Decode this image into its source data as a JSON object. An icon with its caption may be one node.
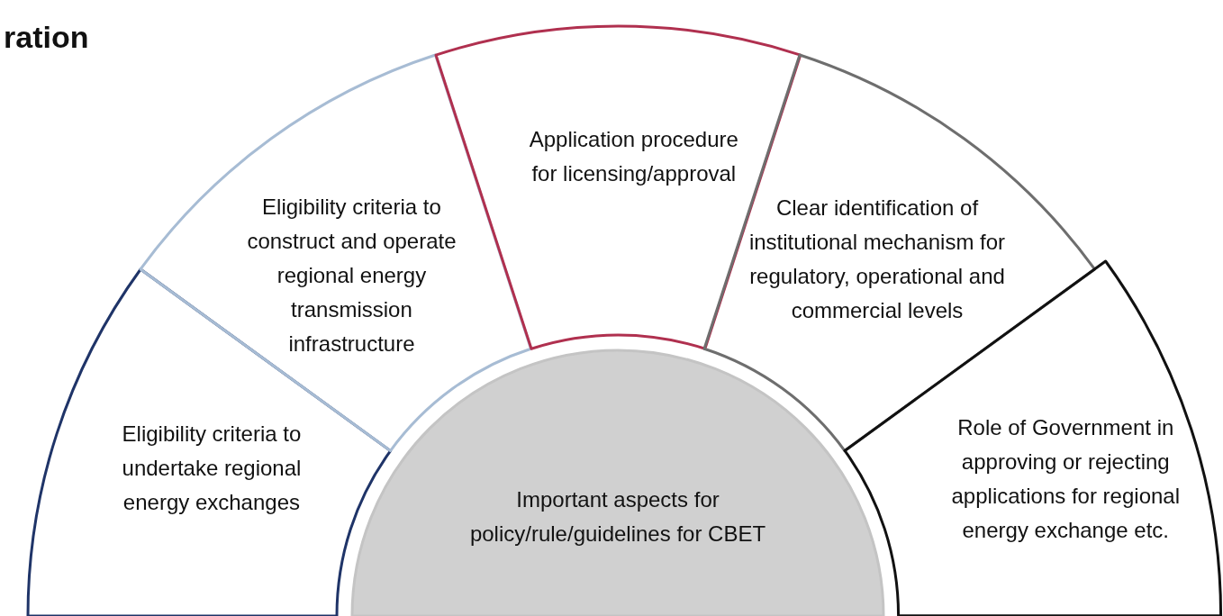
{
  "diagram": {
    "title": "ration",
    "nodes": [
      {
        "text": [
          "Important aspects for policy/rule/guidelines for CBET"
        ]
      },
      {
        "text": [
          "Eligibility criteria to undertake regional energy exchanges"
        ]
      },
      {
        "text": [
          "Eligibility criteria to construct and operate regional energy transmission infrastructure"
        ]
      },
      {
        "text": [
          "Application procedure for licensing/approval"
        ]
      },
      {
        "text": [
          "Clear identification of institutional mechanism for regulatory, operational and commercial levels"
        ]
      },
      {
        "text": [
          "Role of Government in approving or rejecting applications for regional energy exchange etc."
        ]
      }
    ]
  }
}
